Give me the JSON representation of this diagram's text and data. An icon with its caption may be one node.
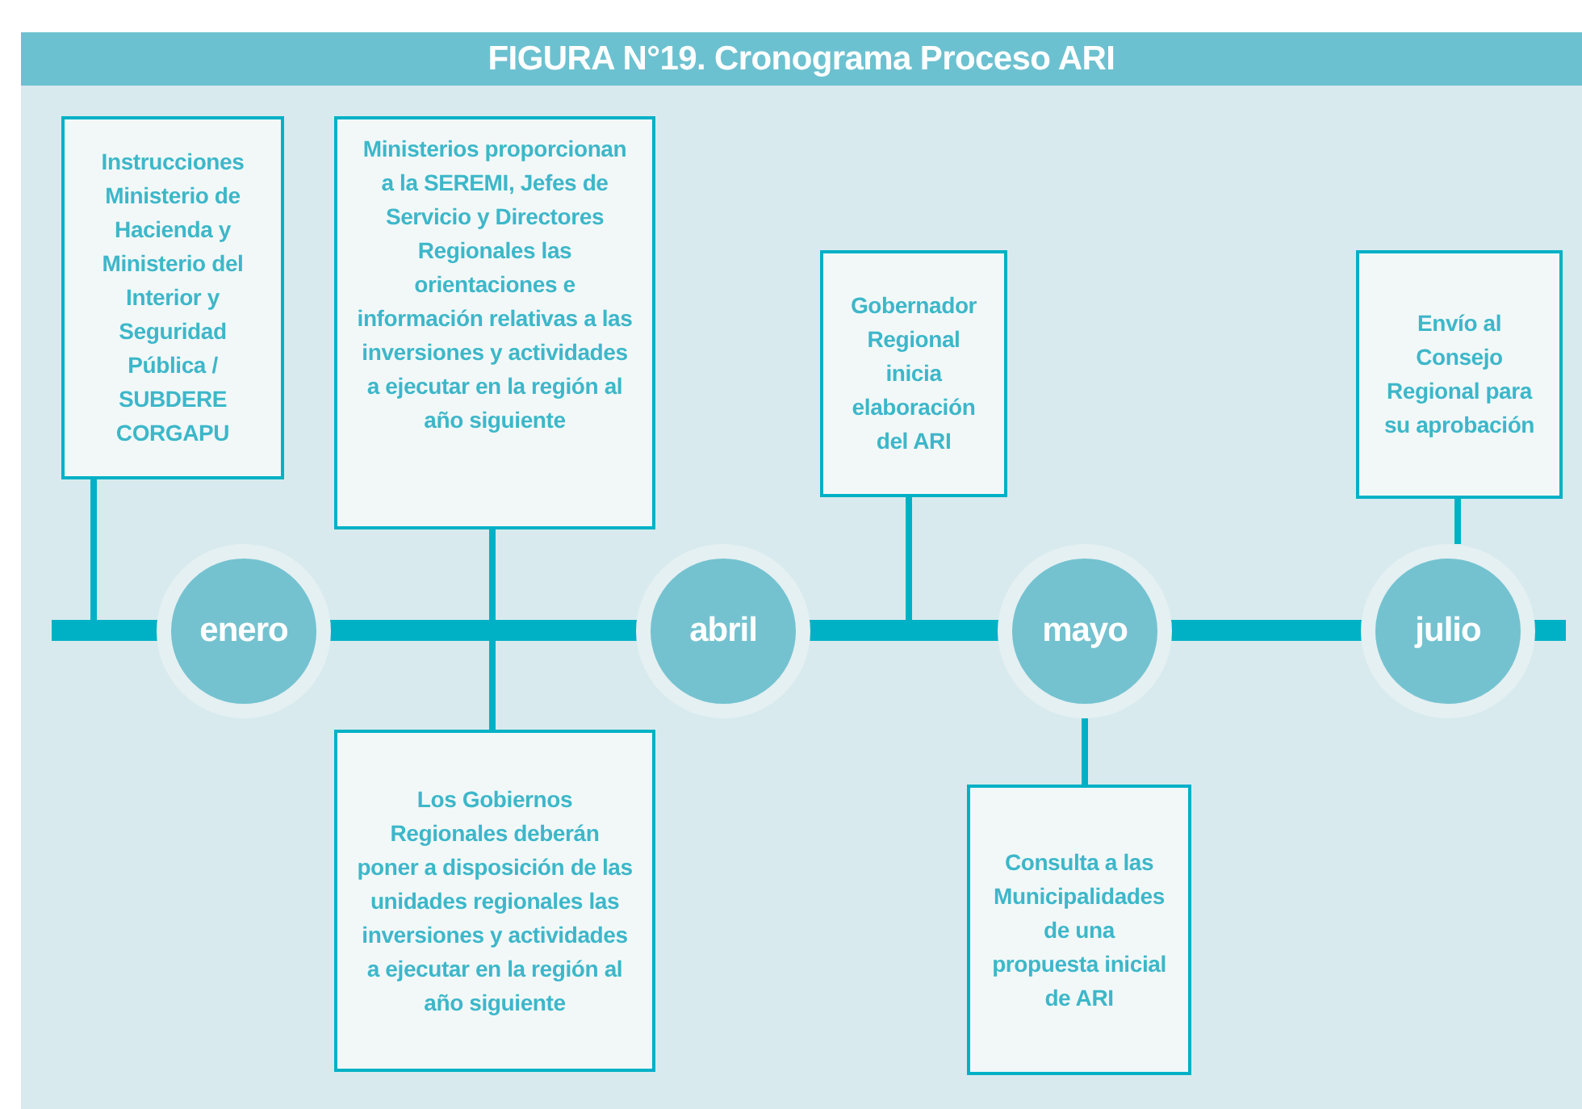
{
  "diagram": {
    "title": "FIGURA N°19. Cronograma Proceso ARI",
    "nodes": [
      {
        "text": [
          "Instrucciones Ministerio de Hacienda y Ministerio del Interior y Seguridad Pública / SUBDERE CORGAPU"
        ]
      },
      {
        "text": [
          "Ministerios proporcionan a la SEREMI, Jefes de Servicio y Directores Regionales las orientaciones e información relativas a las inversiones y actividades a ejecutar en la región al año siguiente"
        ]
      },
      {
        "text": [
          "Gobernador Regional inicia elaboración del ARI"
        ]
      },
      {
        "text": [
          "Envío al Consejo Regional para su aprobación"
        ]
      },
      {
        "text": [],
        "shape": "bar"
      },
      {
        "text": [
          "enero"
        ]
      },
      {
        "text": [
          "abril"
        ]
      },
      {
        "text": [
          "mayo"
        ]
      },
      {
        "text": [
          "julio"
        ]
      },
      {
        "text": [
          "Los Gobiernos Regionales deberán poner a disposición de las unidades regionales las inversiones y actividades a ejecutar en la región al año siguiente"
        ]
      },
      {
        "text": [
          "Consulta a las Municipalidades de una propuesta inicial de ARI"
        ]
      }
    ],
    "edges": [
      {
        "from": 0,
        "to": 4,
        "arrow": "none"
      },
      {
        "from": 1,
        "to": 4,
        "arrow": "none"
      },
      {
        "from": 4,
        "to": 9,
        "arrow": "none"
      },
      {
        "from": 2,
        "to": 4,
        "arrow": "none"
      },
      {
        "from": 7,
        "to": 10,
        "arrow": "none"
      },
      {
        "from": 3,
        "to": 8,
        "arrow": "none"
      }
    ]
  }
}
